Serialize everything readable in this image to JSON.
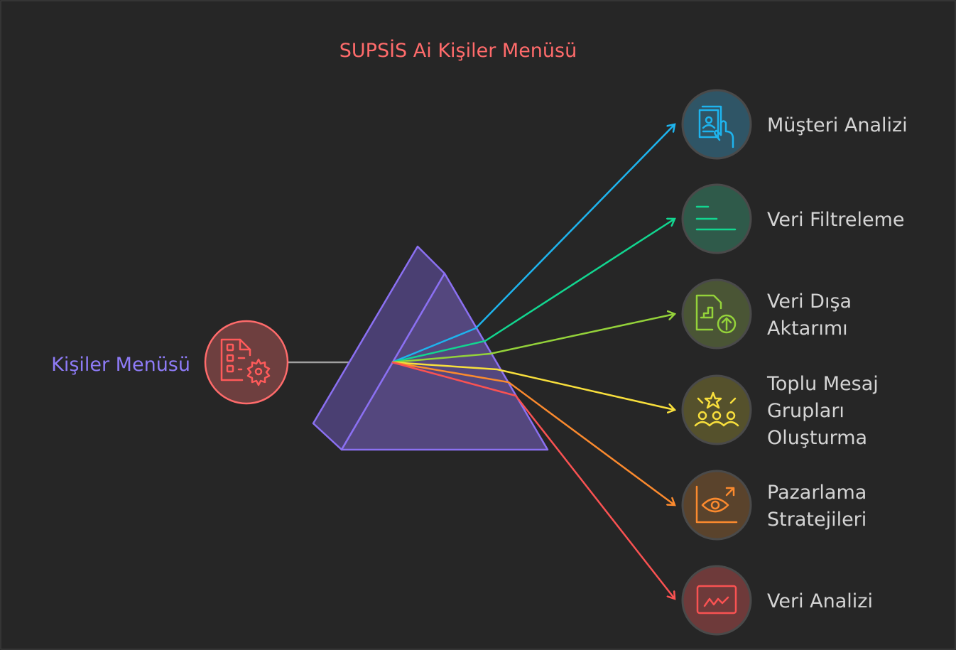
{
  "title": "SUPSİS Ai Kişiler Menüsü",
  "source": {
    "label": "Kişiler Menüsü",
    "icon": "document-settings-icon",
    "color": "#ff6b6b"
  },
  "outputs": [
    {
      "lines": [
        "Müşteri Analizi"
      ],
      "icon": "contact-touch-icon",
      "color": "#1eb4ee"
    },
    {
      "lines": [
        "Veri Filtreleme"
      ],
      "icon": "filter-lines-icon",
      "color": "#12d690"
    },
    {
      "lines": [
        "Veri Dışa",
        "Aktarımı"
      ],
      "icon": "file-export-icon",
      "color": "#94d23a"
    },
    {
      "lines": [
        "Toplu Mesaj",
        "Grupları",
        "Oluşturma"
      ],
      "icon": "group-stars-icon",
      "color": "#f8df3c"
    },
    {
      "lines": [
        "Pazarlama",
        "Stratejileri"
      ],
      "icon": "chart-eye-icon",
      "color": "#fb8a2e"
    },
    {
      "lines": [
        "Veri Analizi"
      ],
      "icon": "monitor-chart-icon",
      "color": "#fa5252"
    }
  ]
}
